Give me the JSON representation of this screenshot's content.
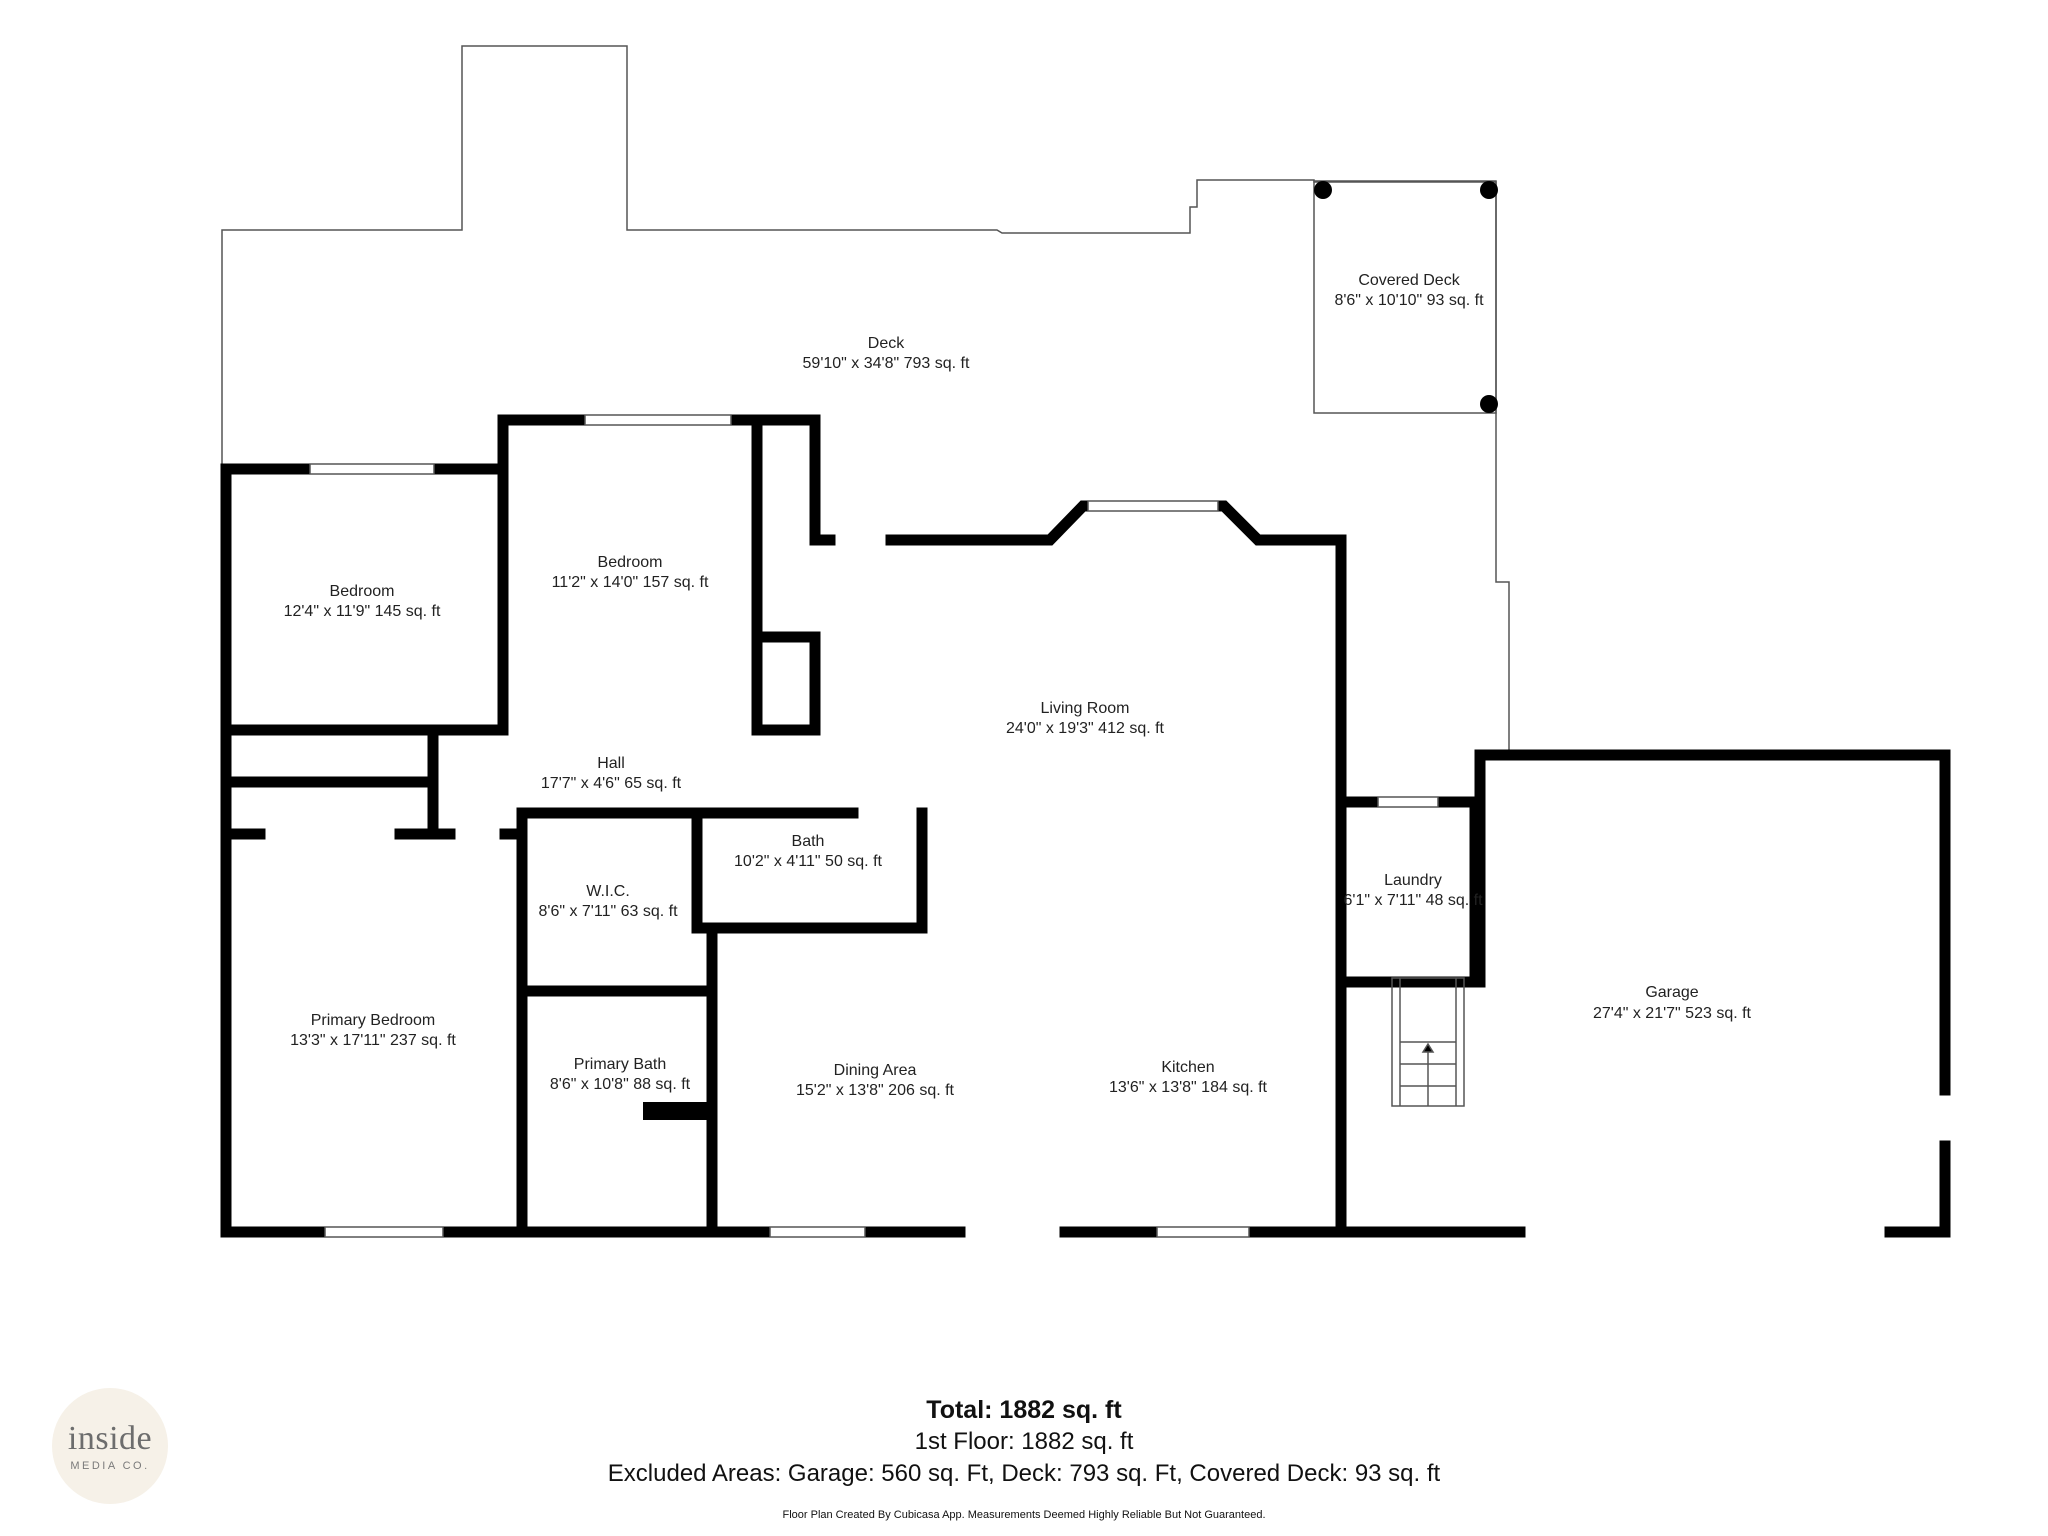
{
  "rooms": {
    "deck": {
      "name": "Deck",
      "dims": "59'10\" x 34'8\" 793 sq. ft"
    },
    "covered_deck": {
      "name": "Covered Deck",
      "dims": "8'6\" x 10'10\" 93 sq. ft"
    },
    "bedroom_1": {
      "name": "Bedroom",
      "dims": "12'4\" x 11'9\" 145 sq. ft"
    },
    "bedroom_2": {
      "name": "Bedroom",
      "dims": "11'2\" x 14'0\" 157 sq. ft"
    },
    "living_room": {
      "name": "Living Room",
      "dims": "24'0\" x 19'3\" 412 sq. ft"
    },
    "hall": {
      "name": "Hall",
      "dims": "17'7\" x 4'6\" 65 sq. ft"
    },
    "bath": {
      "name": "Bath",
      "dims": "10'2\" x 4'11\" 50 sq. ft"
    },
    "wic": {
      "name": "W.I.C.",
      "dims": "8'6\" x 7'11\" 63 sq. ft"
    },
    "laundry": {
      "name": "Laundry",
      "dims": "6'1\" x 7'11\" 48 sq. ft"
    },
    "garage": {
      "name": "Garage",
      "dims": "27'4\" x 21'7\" 523 sq. ft"
    },
    "primary_bedroom": {
      "name": "Primary Bedroom",
      "dims": "13'3\" x 17'11\" 237 sq. ft"
    },
    "primary_bath": {
      "name": "Primary Bath",
      "dims": "8'6\" x 10'8\" 88 sq. ft"
    },
    "dining_area": {
      "name": "Dining Area",
      "dims": "15'2\" x 13'8\" 206 sq. ft"
    },
    "kitchen": {
      "name": "Kitchen",
      "dims": "13'6\" x 13'8\" 184 sq. ft"
    }
  },
  "summary": {
    "total": "Total: 1882 sq. ft",
    "floor1": "1st Floor: 1882 sq. ft",
    "excluded": "Excluded Areas: Garage: 560 sq. Ft, Deck: 793 sq. Ft, Covered Deck: 93 sq. ft",
    "disclaimer": "Floor Plan Created By Cubicasa App. Measurements Deemed Highly Reliable But Not Guaranteed."
  },
  "logo": {
    "main": "inside",
    "sub": "MEDIA CO."
  },
  "colors": {
    "wall": "#000000",
    "outline": "#555555",
    "background": "#ffffff",
    "logo_bg": "#f6f1e8"
  }
}
